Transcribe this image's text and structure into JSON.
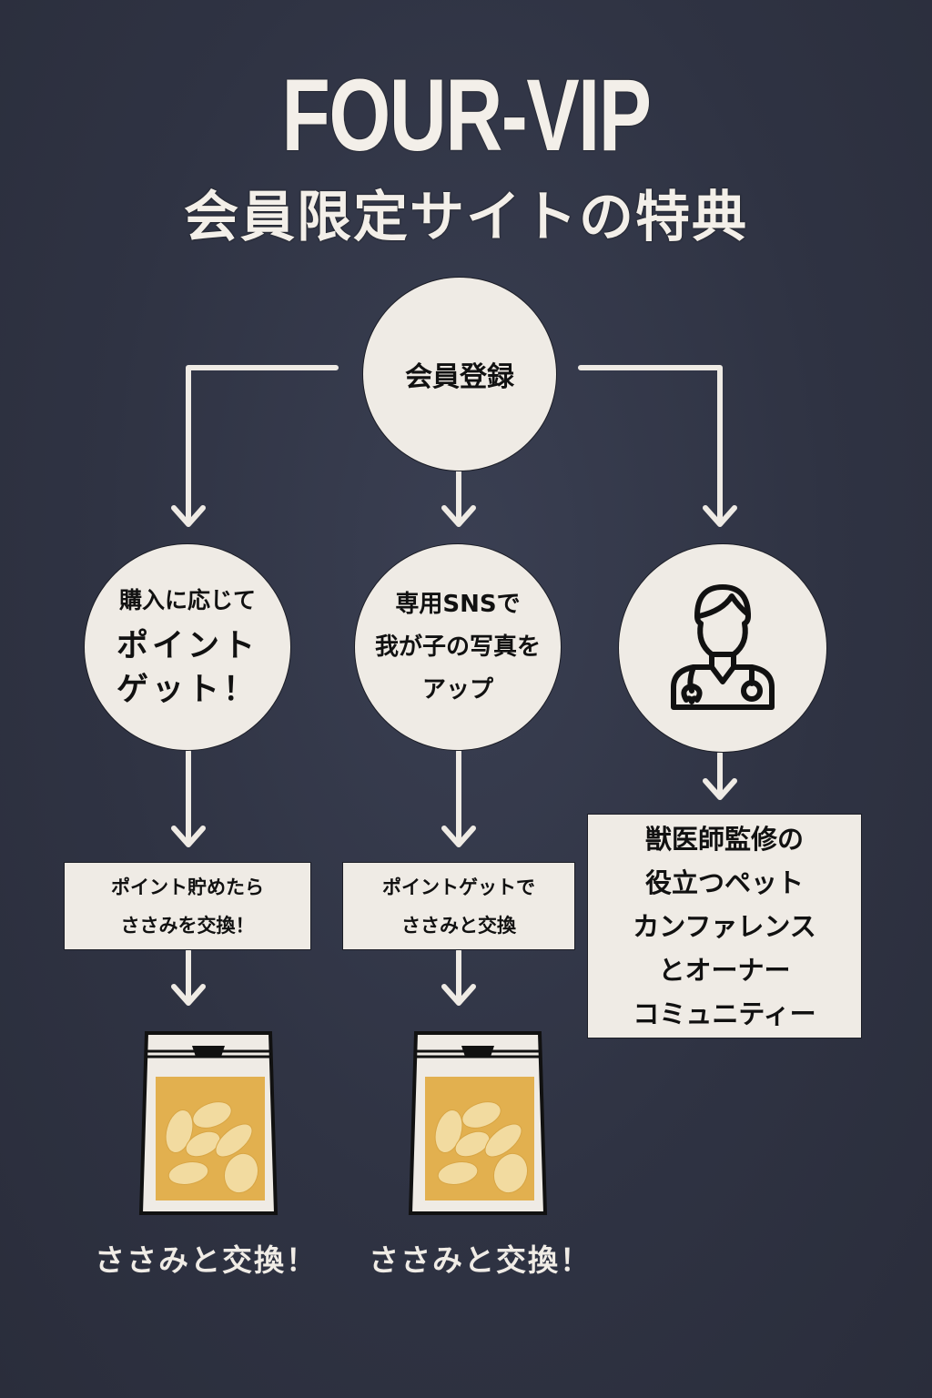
{
  "header": {
    "title": "FOUR-VIP",
    "subtitle": "会員限定サイトの特典"
  },
  "root": {
    "label": "会員登録"
  },
  "branches": [
    {
      "circle_lines": [
        "購入に応じて",
        "ポイント",
        "ゲット！"
      ],
      "box_lines": [
        "ポイント貯めたら",
        "ささみを交換！"
      ],
      "product_icon": "sasami-treat-bag-icon",
      "caption": "ささみと交換！"
    },
    {
      "circle_lines": [
        "専用SNSで",
        "我が子の写真を",
        "アップ"
      ],
      "box_lines": [
        "ポイントゲットで",
        "ささみと交換"
      ],
      "product_icon": "sasami-treat-bag-icon",
      "caption": "ささみと交換！"
    },
    {
      "circle_icon": "veterinarian-icon",
      "box_lines": [
        "獣医師監修の",
        "役立つペット",
        "カンファレンス",
        "とオーナー",
        "コミュニティー"
      ]
    }
  ],
  "colors": {
    "background": "#2f3343",
    "node_fill": "#efebe5",
    "text_dark": "#111111",
    "text_light": "#f3efe9",
    "treat_bg": "#e2b04f"
  }
}
